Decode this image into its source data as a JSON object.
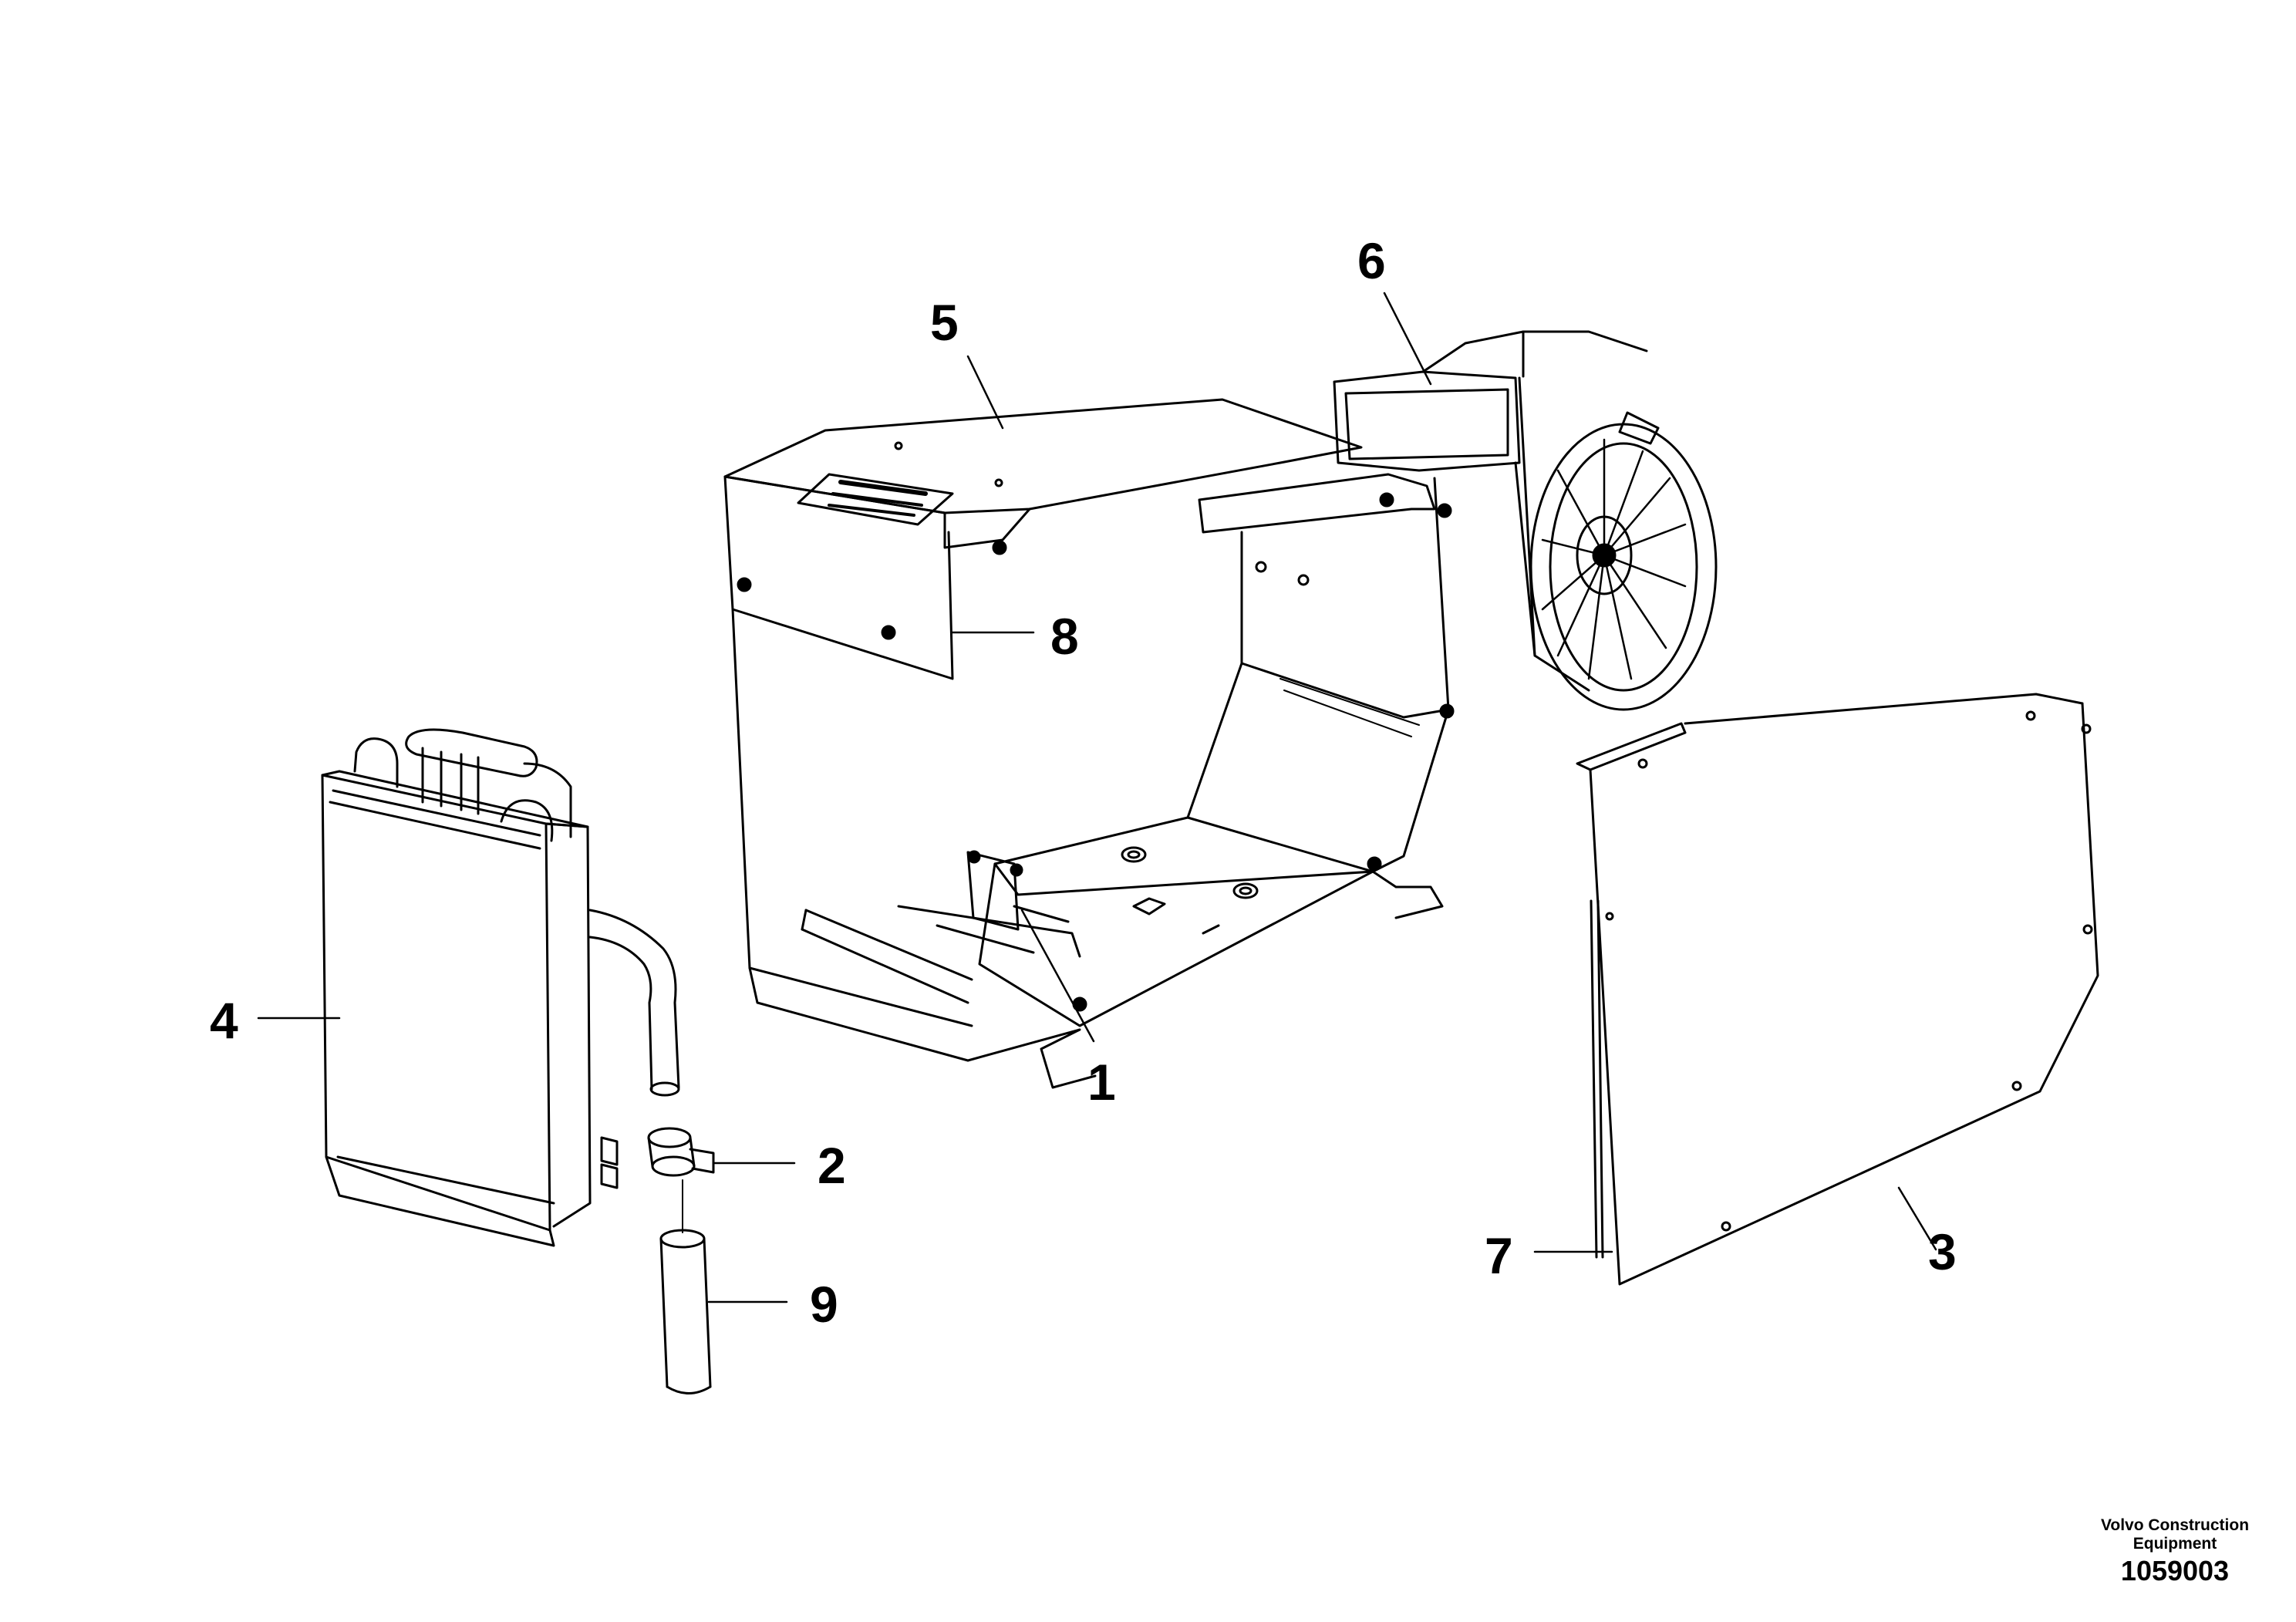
{
  "callouts": {
    "c1": "1",
    "c2": "2",
    "c3": "3",
    "c4": "4",
    "c5": "5",
    "c6": "6",
    "c7": "7",
    "c8": "8",
    "c9": "9"
  },
  "credit": {
    "line1": "Volvo Construction",
    "line2": "Equipment",
    "figure_number": "1059003"
  },
  "colors": {
    "line": "#000000",
    "background": "#ffffff",
    "label_plate": "#333333"
  }
}
